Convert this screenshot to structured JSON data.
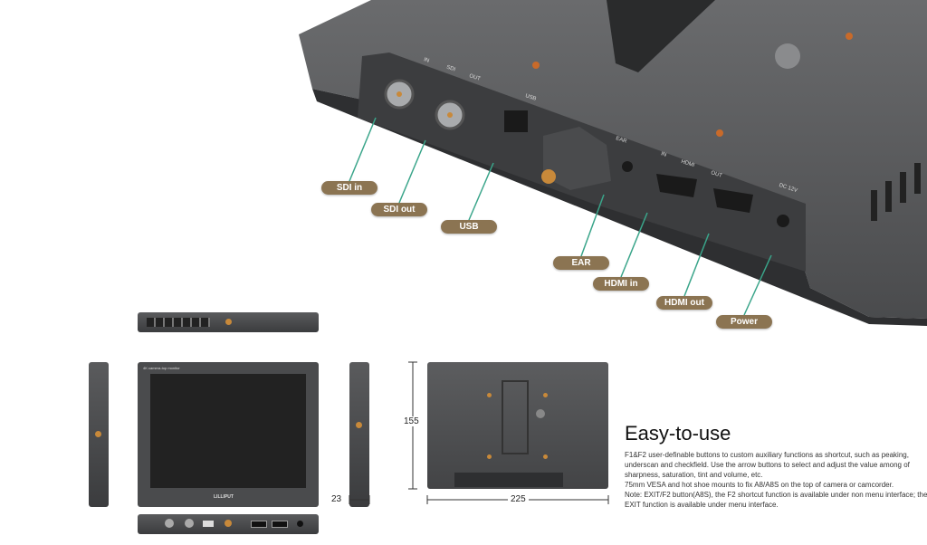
{
  "hero": {
    "port_prints": [
      "IN",
      "SDI",
      "OUT",
      "USB",
      "EAR",
      "IN",
      "HDMI",
      "OUT",
      "DC 12V"
    ],
    "callouts": [
      {
        "label": "SDI in"
      },
      {
        "label": "SDI out"
      },
      {
        "label": "USB"
      },
      {
        "label": "EAR"
      },
      {
        "label": "HDMI in"
      },
      {
        "label": "HDMI out"
      },
      {
        "label": "Power"
      }
    ],
    "callout_color": "#8b7452",
    "leader_color": "#3aa58a"
  },
  "views": {
    "front_brand": "LILLIPUT",
    "front_model": "4K camera-top monitor",
    "dim_height": "155",
    "dim_width": "225",
    "dim_depth": "23"
  },
  "feature": {
    "title": "Easy-to-use",
    "paragraphs": [
      "F1&F2 user-definable buttons to custom auxiliary functions as shortcut, such as peaking, underscan and checkfield. Use the arrow buttons to select and adjust the value among of sharpness, saturation, tint and volume, etc.",
      "75mm VESA and hot shoe mounts to fix A8/A8S on the top of camera or camcorder.",
      "Note: EXIT/F2 button(A8S), the F2 shortcut function is available under non menu interface; the EXIT function is available under menu interface."
    ]
  }
}
